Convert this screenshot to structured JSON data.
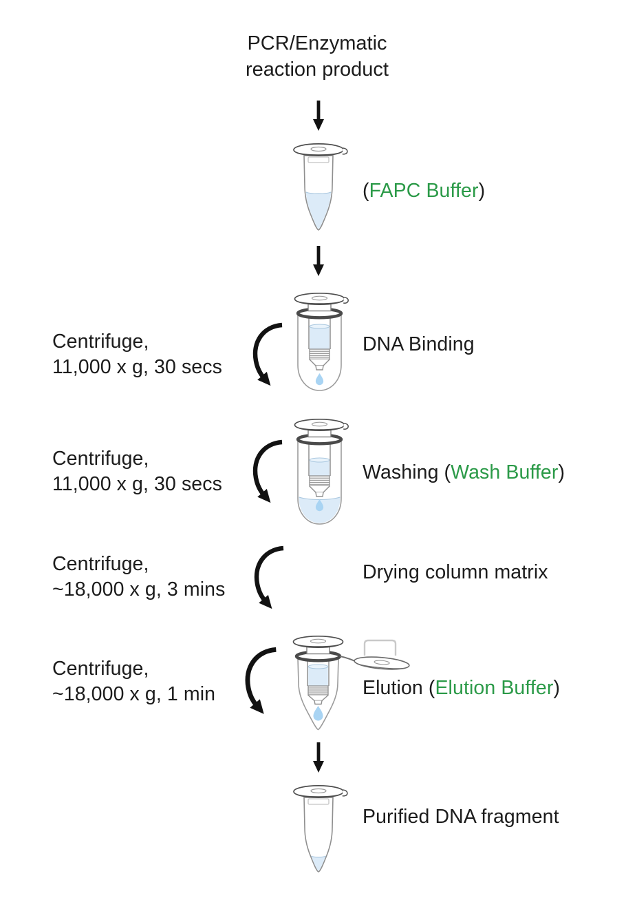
{
  "title": {
    "line1": "PCR/Enzymatic",
    "line2": "reaction product"
  },
  "colors": {
    "accent_green": "#2b9a48",
    "text_black": "#1c1c1c",
    "liquid_blue": "#dcebf8",
    "droplet_blue": "#a9d4f3"
  },
  "icons": {
    "down_arrow": "down-arrow-icon",
    "centrifuge_rotation_arrow": "centrifuge-rotation-arrow-icon",
    "closed_tube_with_buffer": "closed-tube-with-buffer-icon",
    "spin_column_binding": "spin-column-binding-icon",
    "spin_column_washing": "spin-column-washing-icon",
    "spin_column_elution_open_lid": "spin-column-elution-open-lid-icon",
    "closed_tube_purified_dna": "closed-tube-purified-dna-icon"
  },
  "steps": {
    "fapc": {
      "paren_open": "(",
      "buffer": "FAPC Buffer",
      "paren_close": ")"
    },
    "binding": {
      "centrifuge_line1": "Centrifuge,",
      "centrifuge_line2": "11,000 x g, 30 secs",
      "label": "DNA Binding"
    },
    "washing": {
      "centrifuge_line1": "Centrifuge,",
      "centrifuge_line2": "11,000 x g, 30 secs",
      "label_black": "Washing (",
      "buffer": "Wash Buffer",
      "paren_close": ")"
    },
    "drying": {
      "centrifuge_line1": "Centrifuge,",
      "centrifuge_line2": "~18,000 x g, 3 mins",
      "label": "Drying column matrix"
    },
    "elution": {
      "centrifuge_line1": "Centrifuge,",
      "centrifuge_line2": "~18,000 x g, 1 min",
      "label_black": "Elution (",
      "buffer": "Elution Buffer",
      "paren_close": ")"
    },
    "final": {
      "label": "Purified DNA fragment"
    }
  }
}
